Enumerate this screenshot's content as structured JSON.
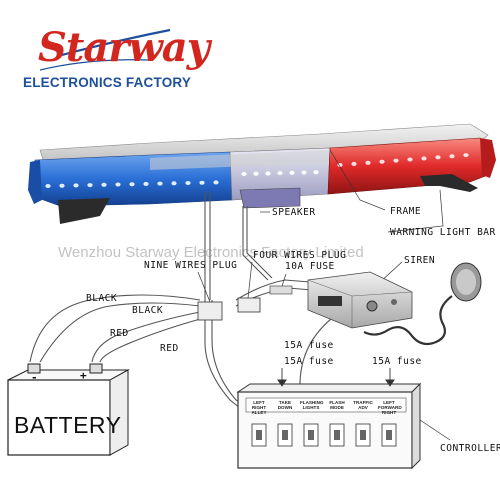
{
  "logo": {
    "brand": "Starway",
    "subtitle": "ELECTRONICS FACTORY"
  },
  "watermark": "Wenzhou Starway Electronics Factory Limited",
  "labels": {
    "speaker": "SPEAKER",
    "frame": "FRAME",
    "warning_light_bar": "WARNING LIGHT BAR",
    "four_wires_plug": "FOUR WIRES PLUG",
    "nine_wires_plug": "NINE WIRES PLUG",
    "ten_a_fuse": "10A FUSE",
    "siren": "SIREN",
    "black_1": "BLACK",
    "black_2": "BLACK",
    "red_1": "RED",
    "red_2": "RED",
    "fuse_15a_1": "15A fuse",
    "fuse_15a_2": "15A fuse",
    "fuse_15a_3": "15A fuse",
    "battery": "BATTERY",
    "controller": "CONTROLLER",
    "minus": "-",
    "plus": "+"
  },
  "controller_switches": [
    "LEFT RIGHT ALLEY",
    "TAKE DOWN",
    "FLASHING LIGHTS",
    "FLASH MODE",
    "TRAFFIC ADV",
    "LEFT FORWARD RIGHT"
  ],
  "colors": {
    "logo_red": "#d2261f",
    "logo_blue": "#1e4f9e",
    "bar_blue": "#2a6fd6",
    "bar_red": "#e02a2a",
    "wire": "#555555"
  }
}
